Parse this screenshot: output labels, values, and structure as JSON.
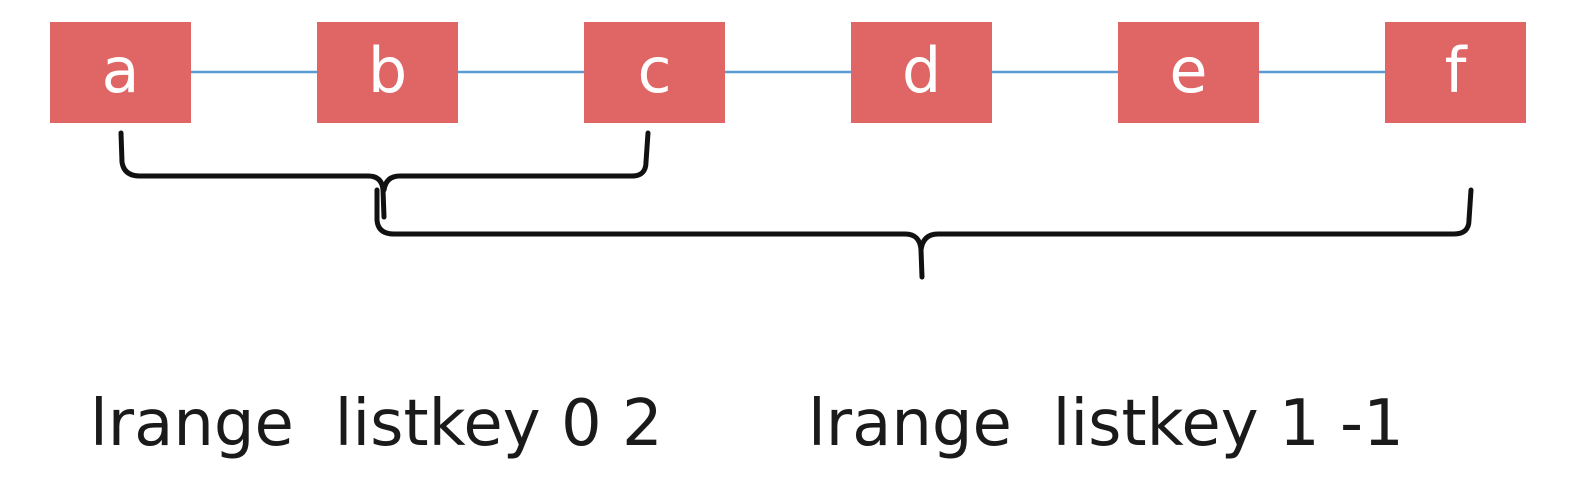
{
  "list": {
    "fill_color": "#e06666",
    "text_color": "#ffffff",
    "link_color": "#5b9bd5",
    "items": [
      {
        "label": "a"
      },
      {
        "label": "b"
      },
      {
        "label": "c"
      },
      {
        "label": "d"
      },
      {
        "label": "e"
      },
      {
        "label": "f"
      }
    ]
  },
  "commands": [
    {
      "text": "lrange  listkey 0 2"
    },
    {
      "text": "lrange  listkey 1 -1"
    }
  ],
  "brace_color": "#111111"
}
